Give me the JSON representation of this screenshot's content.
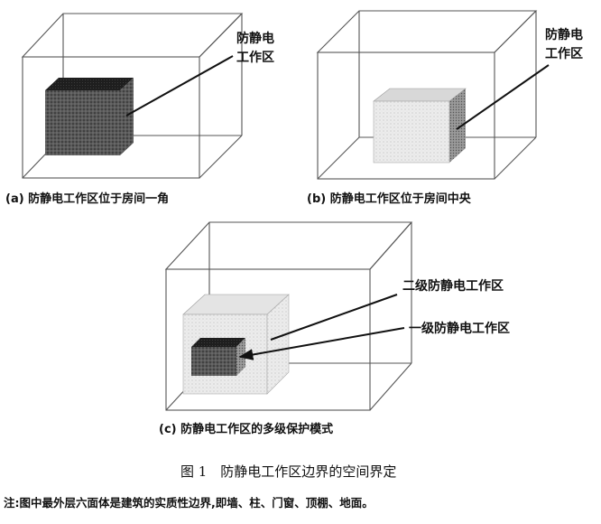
{
  "panel_a": {
    "label_line1": "防静电",
    "label_line2": "工作区",
    "caption": "(a) 防静电工作区位于房间一角"
  },
  "panel_b": {
    "label_line1": "防静电",
    "label_line2": "工作区",
    "caption": "(b) 防静电工作区位于房间中央"
  },
  "panel_c": {
    "label_level2": "二级防静电工作区",
    "label_level1": "一级防静电工作区",
    "caption": "(c) 防静电工作区的多级保护模式"
  },
  "figure": {
    "title": "图 1　防静电工作区边界的空间界定",
    "note": "注:图中最外层六面体是建筑的实质性边界,即墙、柱、门窗、顶棚、地面。"
  },
  "colors": {
    "dark_zone": "#3a3a3a",
    "light_zone": "#e9e9e9",
    "outline": "#555555"
  }
}
